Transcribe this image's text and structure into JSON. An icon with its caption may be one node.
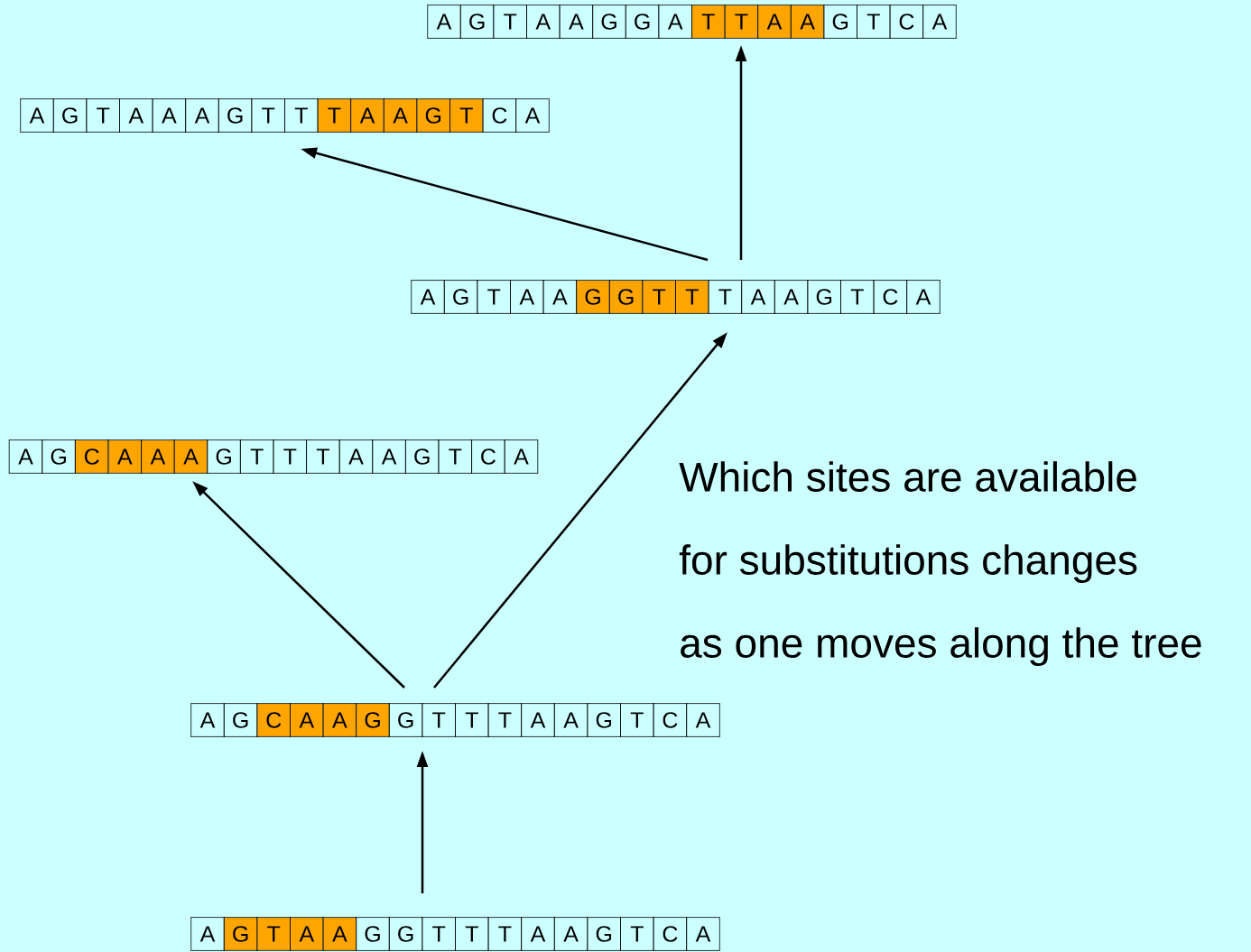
{
  "diagram": {
    "nodes": [
      {
        "text": [
          "A",
          "G",
          "T",
          "A",
          "A",
          "G",
          "G",
          "A",
          "T",
          "T",
          "A",
          "A",
          "G",
          "T",
          "C",
          "A"
        ]
      },
      {
        "text": [
          "A",
          "G",
          "T",
          "A",
          "A",
          "A",
          "G",
          "T",
          "T",
          "T",
          "A",
          "A",
          "G",
          "T",
          "C",
          "A"
        ]
      },
      {
        "text": [
          "A",
          "G",
          "T",
          "A",
          "A",
          "G",
          "G",
          "T",
          "T",
          "T",
          "A",
          "A",
          "G",
          "T",
          "C",
          "A"
        ]
      },
      {
        "text": [
          "A",
          "G",
          "C",
          "A",
          "A",
          "A",
          "G",
          "T",
          "T",
          "T",
          "A",
          "A",
          "G",
          "T",
          "C",
          "A"
        ]
      },
      {
        "text": [
          "A",
          "G",
          "C",
          "A",
          "A",
          "G",
          "G",
          "T",
          "T",
          "T",
          "A",
          "A",
          "G",
          "T",
          "C",
          "A"
        ]
      },
      {
        "text": [
          "A",
          "G",
          "T",
          "A",
          "A",
          "G",
          "G",
          "T",
          "T",
          "T",
          "A",
          "A",
          "G",
          "T",
          "C",
          "A"
        ]
      }
    ],
    "edges": [
      {
        "from": 5,
        "to": 4,
        "arrow": "to"
      },
      {
        "from": 4,
        "to": 3,
        "arrow": "to"
      },
      {
        "from": 4,
        "to": 2,
        "arrow": "to"
      },
      {
        "from": 2,
        "to": 1,
        "arrow": "to"
      },
      {
        "from": 2,
        "to": 0,
        "arrow": "to"
      }
    ],
    "labels": [
      "Which sites are available for substitutions changes as one moves along the tree"
    ]
  }
}
